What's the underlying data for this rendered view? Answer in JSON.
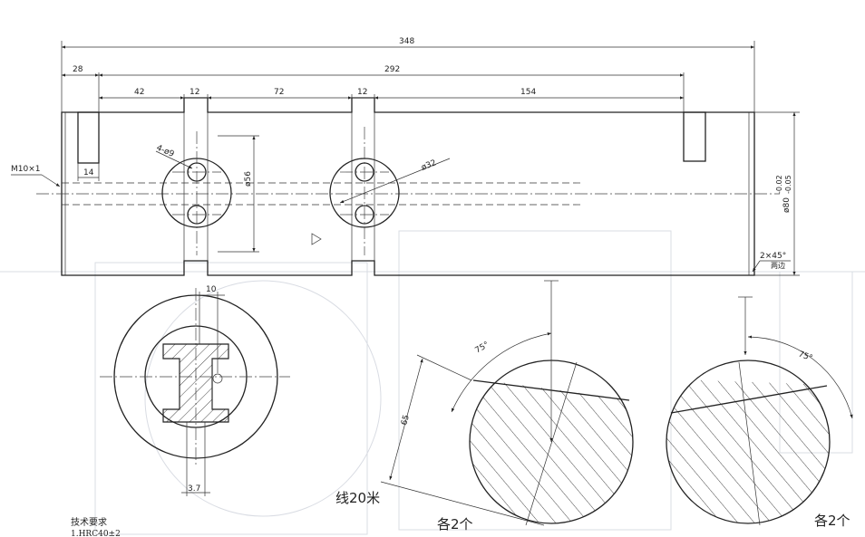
{
  "dimensions": {
    "overall": "348",
    "main": "292",
    "left_offset": "28",
    "d42": "42",
    "d12a": "12",
    "d72": "72",
    "d12b": "12",
    "d154": "154",
    "slot_width": "14",
    "thread": "M10×1",
    "holes": "4-ø9",
    "dia56": "ø56",
    "dia32": "ø32",
    "dia80": "ø80",
    "tol_upper": "-0.02",
    "tol_lower": "-0.05",
    "chamfer": "2×45°",
    "chamfer_note": "两边",
    "sec_width_top": "10",
    "sec_width_bottom": "3.7",
    "angle_left": "75°",
    "angle_right": "75°",
    "len65": "65"
  },
  "annotations": {
    "line_note": "线20米",
    "each_left": "各2个",
    "each_right": "各2个"
  },
  "tech": {
    "title": "技术要求",
    "item1": "1.HRC40±2"
  }
}
